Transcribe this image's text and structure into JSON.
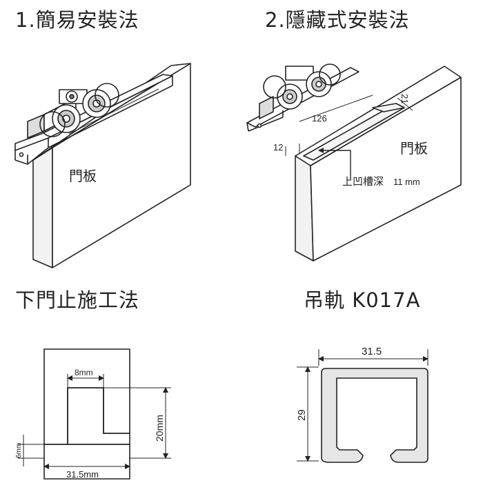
{
  "sections": {
    "method1": "1.簡易安裝法",
    "method2": "2.隱藏式安裝法",
    "stopper": "下門止施工法",
    "rail": "吊軌 K017A"
  },
  "method1": {
    "door_label": "門板"
  },
  "method2": {
    "door_label": "門板",
    "dim_126": "126",
    "dim_21": "21",
    "dim_12": "12",
    "groove_label": "上凹槽深",
    "groove_depth": "11 mm"
  },
  "stopper": {
    "dim_8": "8mm",
    "dim_20": "20mm",
    "dim_6": "6mm",
    "dim_31_5": "31.5mm"
  },
  "rail": {
    "width": "31.5",
    "height": "29"
  }
}
